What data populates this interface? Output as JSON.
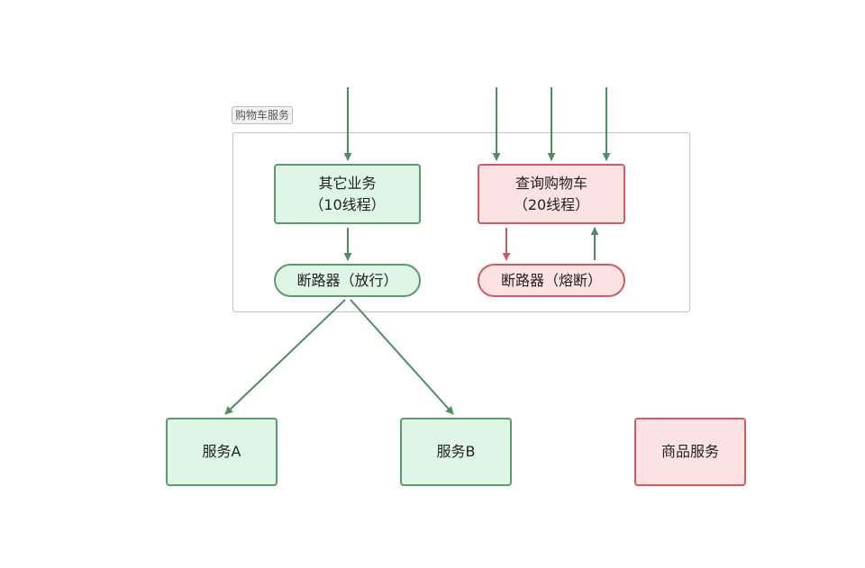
{
  "cluster": {
    "label": "购物车服务"
  },
  "nodes": {
    "other_business": {
      "line1": "其它业务",
      "line2": "（10线程）"
    },
    "query_cart": {
      "line1": "查询购物车",
      "line2": "（20线程）"
    },
    "breaker_open": {
      "label": "断路器（放行）"
    },
    "breaker_tripped": {
      "label": "断路器（熔断）"
    },
    "service_a": {
      "label": "服务A"
    },
    "service_b": {
      "label": "服务B"
    },
    "goods_service": {
      "label": "商品服务"
    }
  },
  "colors": {
    "green_fill": "#dff5e5",
    "green_stroke": "#5a9a6d",
    "red_fill": "#fde2e4",
    "red_stroke": "#cd5d62",
    "cluster_border": "#c4c4c4"
  }
}
